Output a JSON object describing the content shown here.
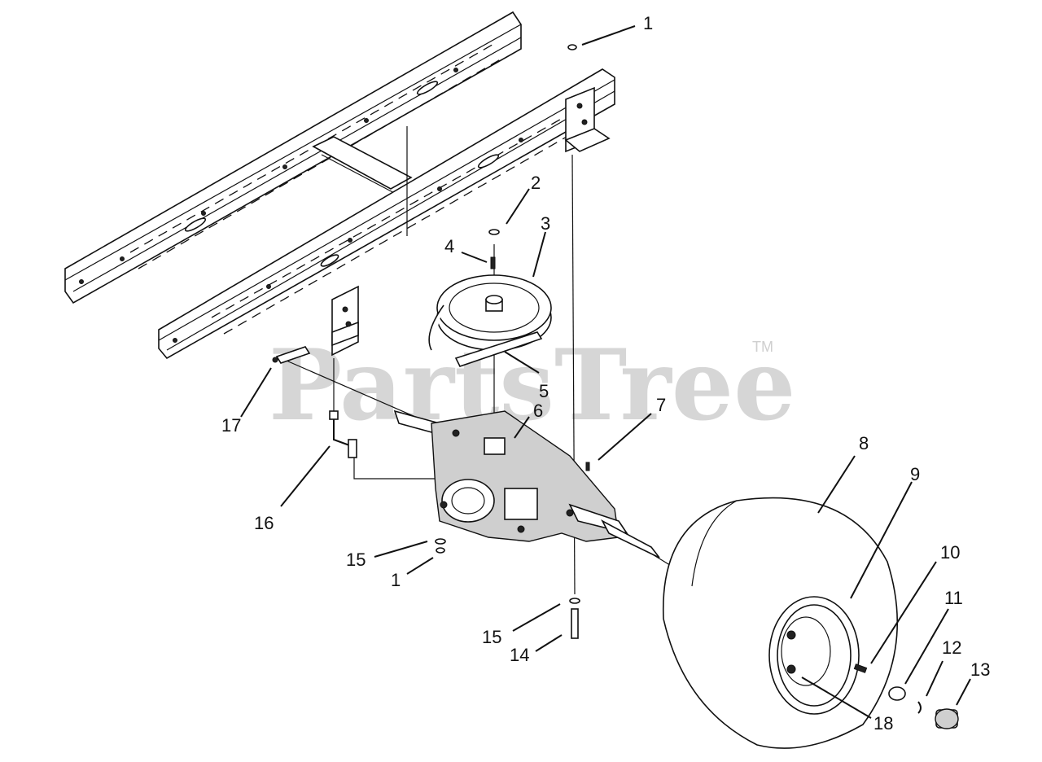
{
  "watermark": {
    "text": "PartsTree",
    "trademark": "TM"
  },
  "callouts": [
    {
      "id": "c1a",
      "label": "1"
    },
    {
      "id": "c2",
      "label": "2"
    },
    {
      "id": "c3",
      "label": "3"
    },
    {
      "id": "c4",
      "label": "4"
    },
    {
      "id": "c5",
      "label": "5"
    },
    {
      "id": "c6",
      "label": "6"
    },
    {
      "id": "c7",
      "label": "7"
    },
    {
      "id": "c8",
      "label": "8"
    },
    {
      "id": "c9",
      "label": "9"
    },
    {
      "id": "c10",
      "label": "10"
    },
    {
      "id": "c11",
      "label": "11"
    },
    {
      "id": "c12",
      "label": "12"
    },
    {
      "id": "c13",
      "label": "13"
    },
    {
      "id": "c14",
      "label": "14"
    },
    {
      "id": "c15a",
      "label": "15"
    },
    {
      "id": "c15b",
      "label": "15"
    },
    {
      "id": "c16",
      "label": "16"
    },
    {
      "id": "c17",
      "label": "17"
    },
    {
      "id": "c18",
      "label": "18"
    },
    {
      "id": "c1b",
      "label": "1"
    }
  ]
}
